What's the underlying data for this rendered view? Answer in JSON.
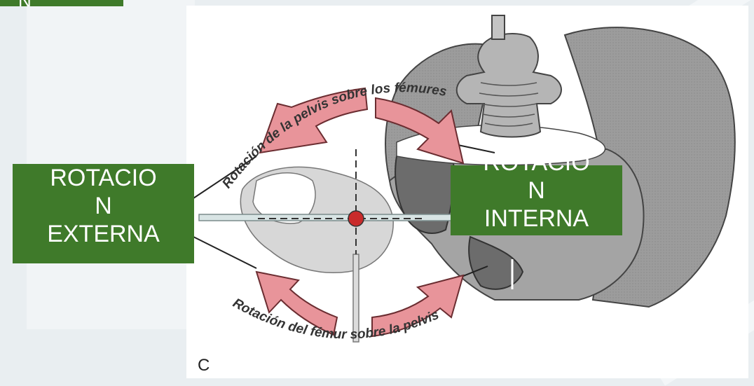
{
  "top_label": {
    "text": "N"
  },
  "figure": {
    "top_curve_text": "Rotación de la pelvis sobre los fémures",
    "bottom_curve_text": "Rotación del fémur sobre la pelvis",
    "panel_letter": "C"
  },
  "labels": {
    "external": [
      "ROTACIO",
      "N",
      "EXTERNA"
    ],
    "internal": [
      "ROTACIO",
      "N",
      "INTERNA"
    ]
  },
  "colors": {
    "label_green": "#3f7a2a",
    "arrow_pink": "#e8949a",
    "bone_gray": "#a9a9a9",
    "bone_dark": "#6f6f6f",
    "background": "#e9eef1",
    "center_dot": "#c92b2b"
  }
}
